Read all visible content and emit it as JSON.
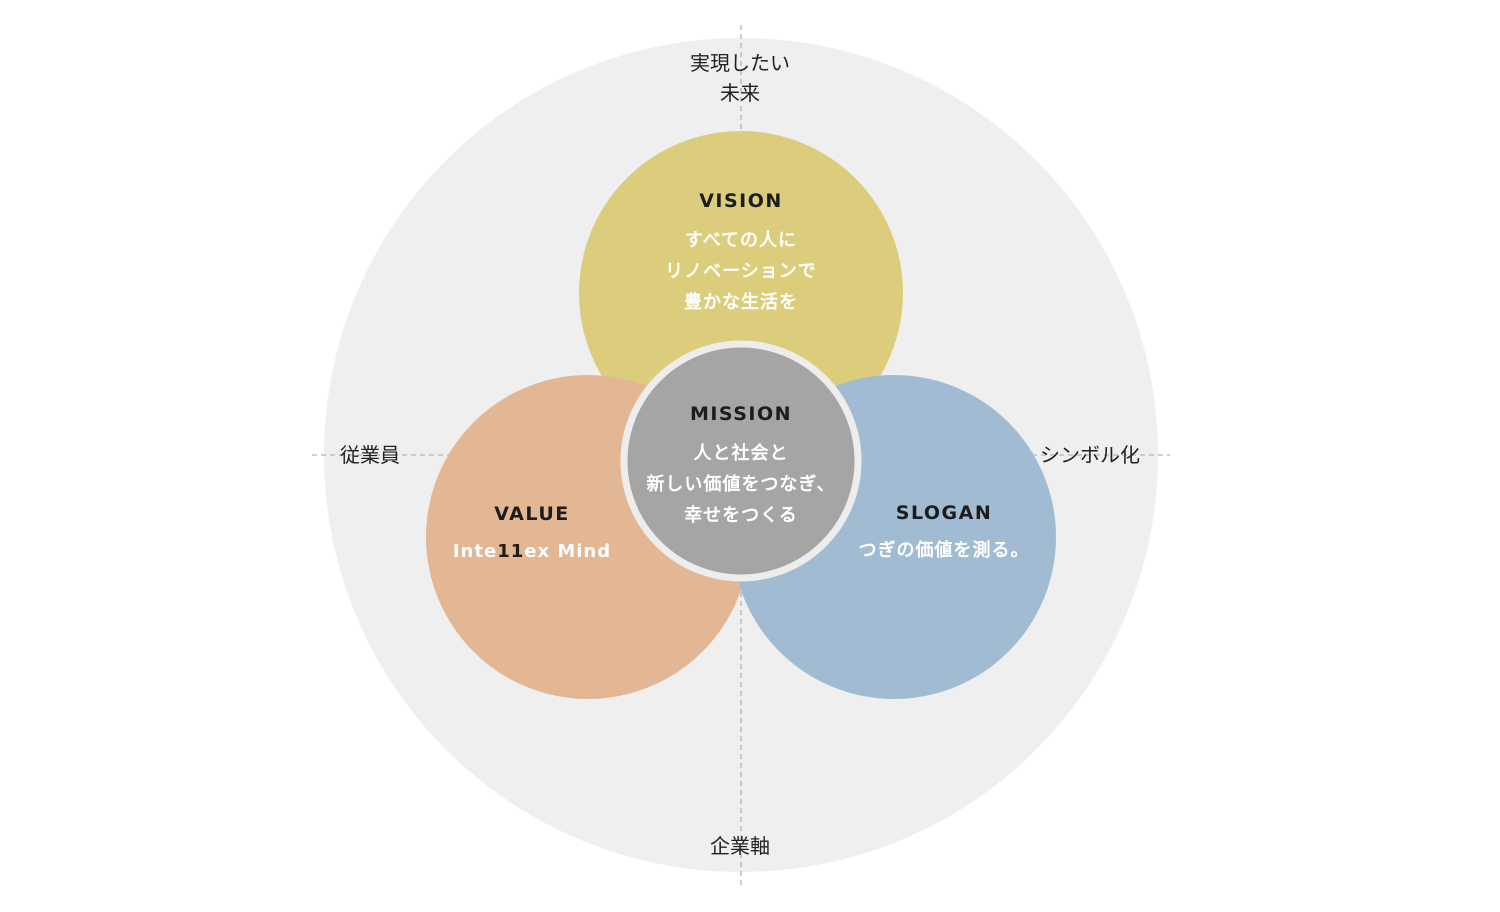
{
  "axes": {
    "top": [
      "実現したい",
      "未来"
    ],
    "bottom": "企業軸",
    "left": "従業員",
    "right": "シンボル化"
  },
  "circles": {
    "vision": {
      "title": "VISION",
      "lines": [
        "すべての人に",
        "リノベーションで",
        "豊かな生活を"
      ],
      "color": "#dccd7c"
    },
    "value": {
      "title": "VALUE",
      "subtitle_pre": "Inte",
      "subtitle_mark": "11",
      "subtitle_post": "ex Mind",
      "color": "#e3b794"
    },
    "slogan": {
      "title": "SLOGAN",
      "lines": [
        "つぎの価値を測る。"
      ],
      "color": "#a1bbd2"
    },
    "mission": {
      "title": "MISSION",
      "lines": [
        "人と社会と",
        "新しい価値をつなぎ、",
        "幸せをつくる"
      ],
      "color": "#a7a4a4"
    }
  },
  "colors": {
    "outer_ring": "#efefef",
    "axis_line": "#b4b4b4",
    "mission_border": "#ededed"
  }
}
